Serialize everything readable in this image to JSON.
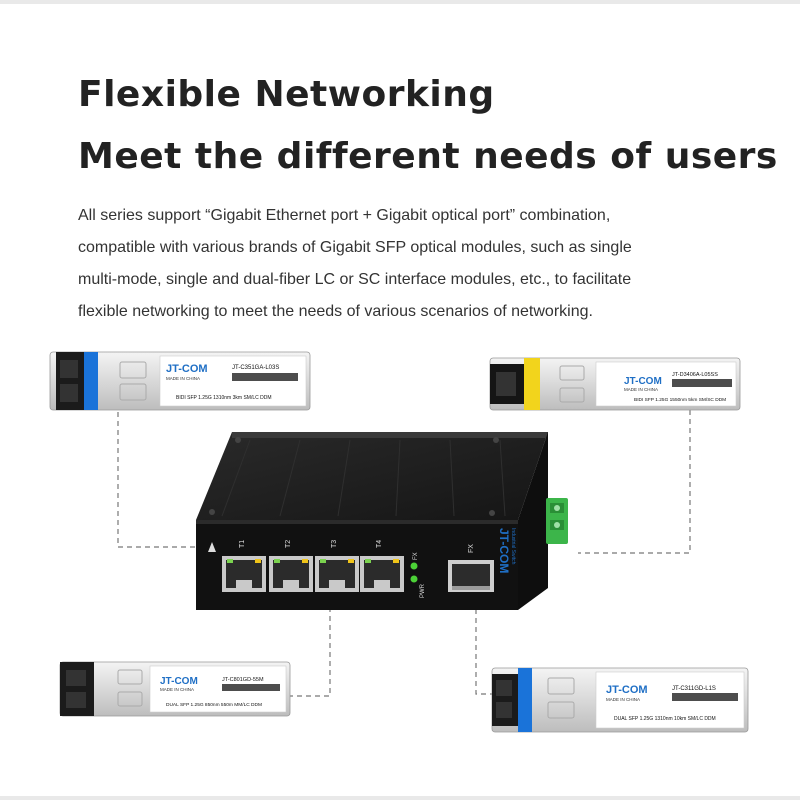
{
  "heading": {
    "line1": "Flexible Networking",
    "line2": "Meet the different needs of users"
  },
  "description": {
    "lines": [
      "All series support “Gigabit Ethernet port + Gigabit optical port” combination,",
      "compatible with various brands of Gigabit SFP optical modules, such as single",
      "multi-mode, single and dual-fiber LC or SC interface modules, etc., to facilitate",
      "flexible networking to meet the needs of various scenarios of networking."
    ]
  },
  "switch": {
    "brand": "JT-COM",
    "subtitle": "Industrial Switch",
    "ports": [
      "T1",
      "T2",
      "T3",
      "T4"
    ],
    "fx_label": "FX",
    "indicator_label_top": "FX",
    "indicator_label_bottom": "PWR"
  },
  "modules": {
    "top_left": {
      "brand": "JT-COM",
      "origin": "MADE IN CHINA",
      "model": "JT-C351GA-L03S",
      "spec": "BIDI SFP 1.25G 1310nm 3km SM/LC DDM"
    },
    "top_right": {
      "brand": "JT-COM",
      "origin": "MADE IN CHINA",
      "model": "JT-D3406A-L05SS",
      "spec": "BIDI SFP 1.25G 1550nm 5km SM/SC DDM"
    },
    "bottom_left": {
      "brand": "JT-COM",
      "origin": "MADE IN CHINA",
      "model": "JT-C801GD-55M",
      "spec": "DUAL SFP 1.25G 850nm 550m MM/LC DDM"
    },
    "bottom_right": {
      "brand": "JT-COM",
      "origin": "MADE IN CHINA",
      "model": "JT-C311GD-L1S",
      "spec": "DUAL SFP 1.25G 1310nm 10km SM/LC DDM"
    }
  },
  "colors": {
    "brand_blue": "#1f6fc5",
    "switch_body": "#1c1c1c",
    "terminal_green": "#3cb54a",
    "led_green": "#4cd137",
    "fiber_blue": "#1a73d9",
    "fiber_yellow": "#f2d41c"
  }
}
